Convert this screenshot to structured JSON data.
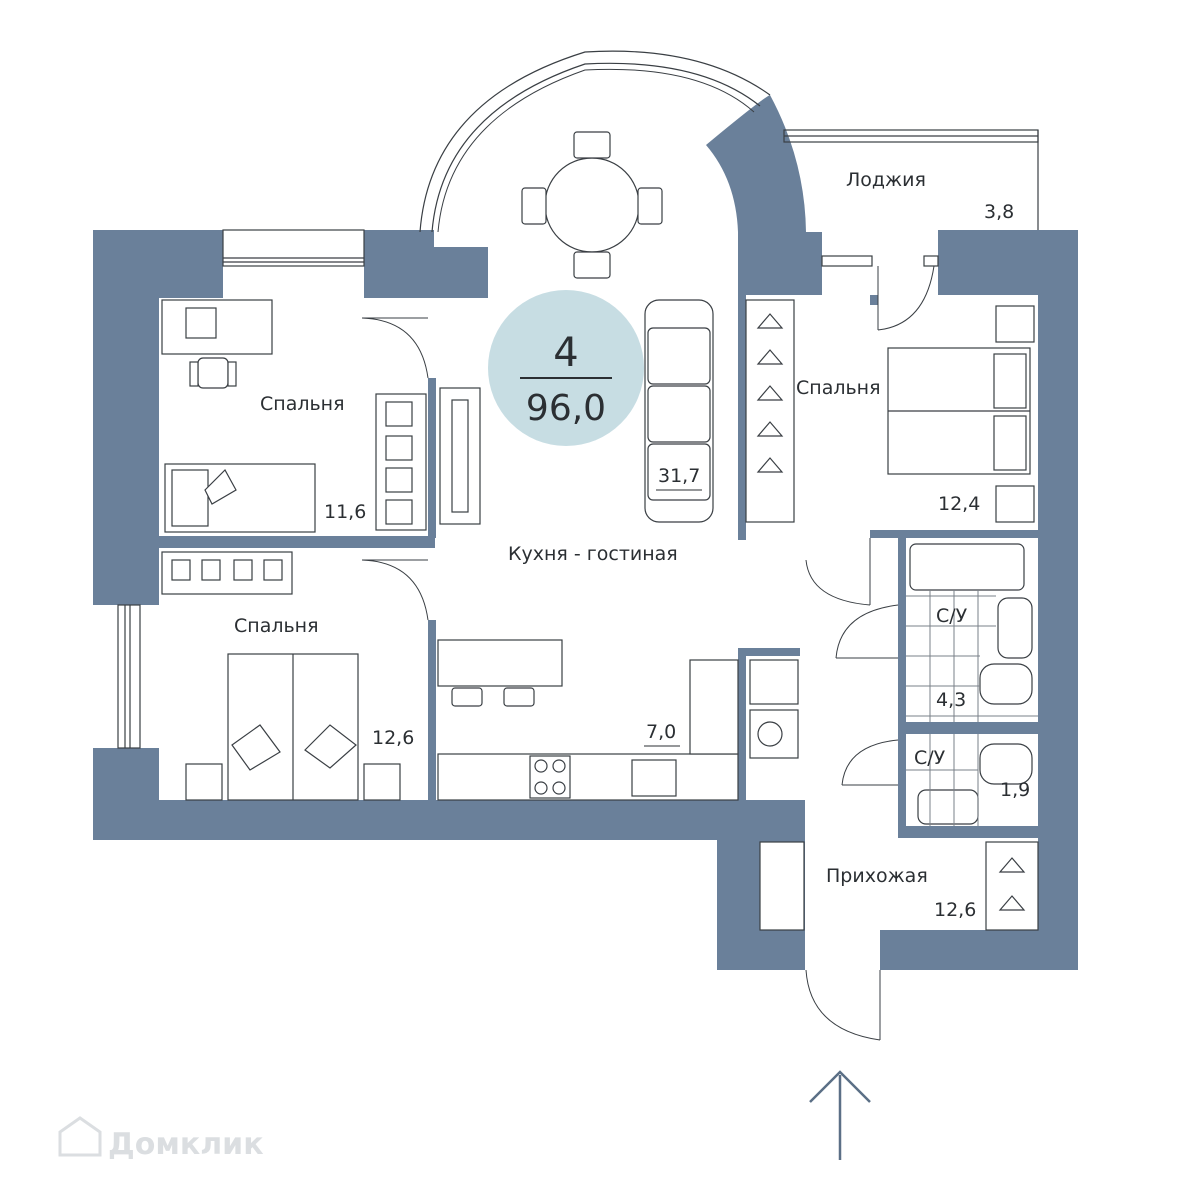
{
  "plan": {
    "rooms_count": "4",
    "total_area": "96,0",
    "rooms": {
      "bedroom_top_left": {
        "name": "Спальня",
        "area": "11,6"
      },
      "bedroom_bottom_left": {
        "name": "Спальня",
        "area": "12,6"
      },
      "bedroom_right": {
        "name": "Спальня",
        "area": "12,4"
      },
      "living_kitchen": {
        "name": "Кухня - гостиная",
        "area": "31,7"
      },
      "kitchen_zone": {
        "area": "7,0"
      },
      "loggia": {
        "name": "Лоджия",
        "area": "3,8"
      },
      "bathroom_1": {
        "name": "С/У",
        "area": "4,3"
      },
      "bathroom_2": {
        "name": "С/У",
        "area": "1,9"
      },
      "hallway": {
        "name": "Прихожая",
        "area": "12,6"
      }
    },
    "watermark": "Домклик",
    "colors": {
      "wall": "#6a809a",
      "badge": "#c7dde3",
      "tile": "#7a8088"
    }
  }
}
